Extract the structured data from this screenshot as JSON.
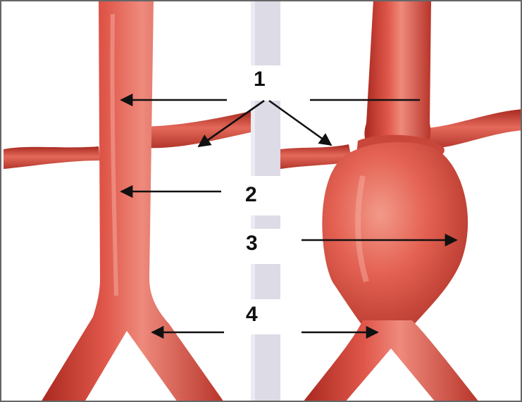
{
  "labels": {
    "one": "1",
    "two": "2",
    "three": "3",
    "four": "4"
  },
  "colors": {
    "vessel": "#d9463a",
    "vessel_dark": "#a8281f",
    "vessel_light": "#ee8a7c",
    "divider": "#dcdbe6",
    "arrow": "#111111",
    "frame": "#666666"
  }
}
